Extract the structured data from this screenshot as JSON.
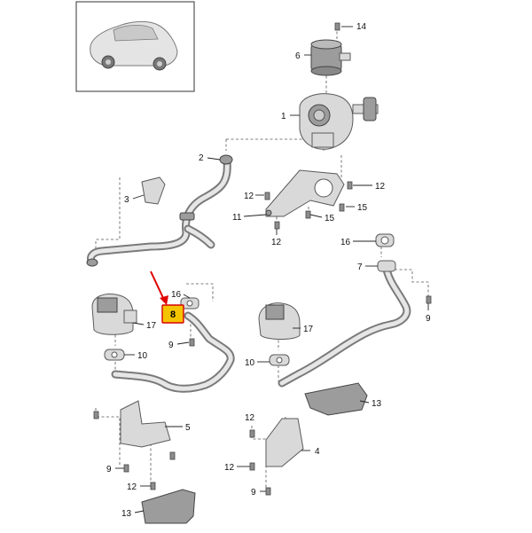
{
  "labels": {
    "l1": "1",
    "l2": "2",
    "l3": "3",
    "l4": "4",
    "l5": "5",
    "l6": "6",
    "l7": "7",
    "l8": "8",
    "l9a": "9",
    "l9b": "9",
    "l9c": "9",
    "l9d": "9",
    "l10a": "10",
    "l10b": "10",
    "l11": "11",
    "l12a": "12",
    "l12b": "12",
    "l12c": "12",
    "l12d": "12",
    "l12e": "12",
    "l12f": "12",
    "l13a": "13",
    "l13b": "13",
    "l14": "14",
    "l15a": "15",
    "l15b": "15",
    "l16a": "16",
    "l16b": "16",
    "l17a": "17",
    "l17b": "17"
  },
  "highlight": {
    "part": "8",
    "color": "#f5c400",
    "arrow_color": "#e00000"
  }
}
